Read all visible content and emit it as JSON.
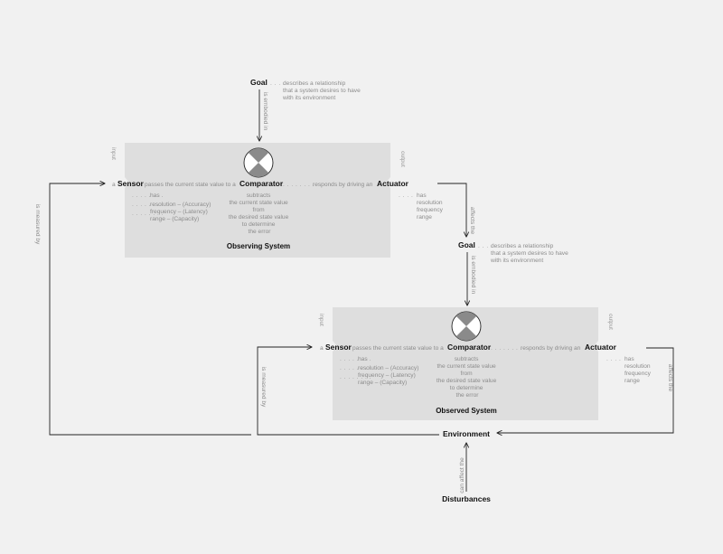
{
  "observing": {
    "goal": {
      "label": "Goal",
      "dots": ". . . .",
      "desc": [
        "describes a relationship",
        "that a system desires to have",
        "with its environment"
      ]
    },
    "embodied": "is embodied in",
    "port_in": "input",
    "port_out": "output",
    "sensor": "Sensor",
    "a_prefix": "a",
    "passes": "passes the current state value to a",
    "comparator": "Comparator",
    "responds_dots": ". . . . . . . .",
    "responds": "responds by driving an",
    "actuator": "Actuator",
    "sensor_dots": ". . . . . . . .",
    "sensor_has": [
      "has",
      "resolution – (Accuracy)",
      "frequency – (Latency)",
      "range – (Capacity)"
    ],
    "comparator_desc": [
      "subtracts",
      "the current state value",
      "from",
      "the desired state value",
      "to determine",
      "the error"
    ],
    "actuator_dots": ". . . .",
    "actuator_has": [
      "has",
      "resolution",
      "frequency",
      "range"
    ],
    "title": "Observing System"
  },
  "observed": {
    "goal": {
      "label": "Goal",
      "dots": ". . . .",
      "desc": [
        "describes a relationship",
        "that a system desires to have",
        "with its environment"
      ]
    },
    "embodied": "is embodied in",
    "port_in": "input",
    "port_out": "output",
    "sensor": "Sensor",
    "a_prefix": "a",
    "passes": "passes the current state value to a",
    "comparator": "Comparator",
    "responds_dots": ". . . . . . . .",
    "responds": "responds by driving an",
    "actuator": "Actuator",
    "sensor_dots": ". . . . . . . .",
    "sensor_has": [
      "has",
      "resolution – (Accuracy)",
      "frequency – (Latency)",
      "range – (Capacity)"
    ],
    "comparator_desc": [
      "subtracts",
      "the current state value",
      "from",
      "the desired state value",
      "to determine",
      "the error"
    ],
    "actuator_dots": ". . . .",
    "actuator_has": [
      "has",
      "resolution",
      "frequency",
      "range"
    ],
    "title": "Observed System"
  },
  "edges": {
    "affects_top": "affects the",
    "affects_bottom": "affects the",
    "measured_left": "is measured by",
    "measured_inner": "is measured by",
    "can_affect": "can affect the"
  },
  "environment": "Environment",
  "disturbances": "Disturbances",
  "colors": {
    "background": "#f1f1f1",
    "system_box": "#dedede",
    "comparator_dark": "#8a8a8a",
    "text_gray": "#8c8c8c"
  }
}
